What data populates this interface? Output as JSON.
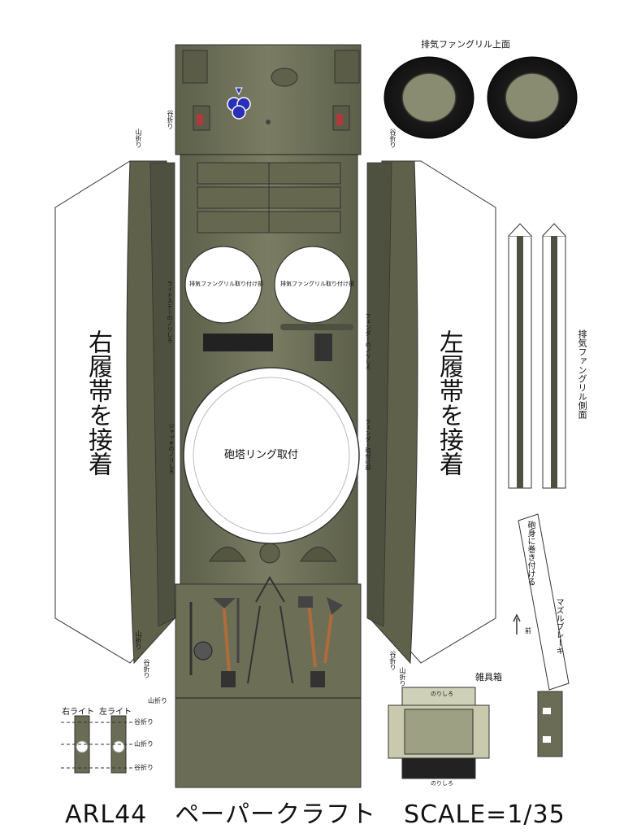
{
  "footer": {
    "model": "ARL44",
    "subtitle": "ペーパークラフト",
    "scale": "SCALE=1/35"
  },
  "hull": {
    "right_track_note": "右履帯を接着",
    "left_track_note": "左履帯を接着",
    "turret_ring": "砲塔リング取付",
    "grille_mount_left": "排気ファングリル取り付け部",
    "grille_mount_right": "排気ファングリル取り付け部",
    "side_note_right_1": "ライトステーのノリしろ",
    "side_note_right_2": "ジャッキのノリしろ",
    "side_note_left_1": "フェンダーのノリしろ",
    "side_note_left_2": "フェンダー取付け部"
  },
  "fold_marks": {
    "mountain": "山折り",
    "valley": "谷折り"
  },
  "parts": {
    "grille_top": "排気ファングリル上面",
    "grille_side": "排気ファングリル側面",
    "lights_right": "右ライト",
    "lights_left": "左ライト",
    "tool_box": "雑具箱",
    "glue_margin": "のりしろ",
    "muzzle_brake": "マズルブレーキ",
    "barrel_wrap": "砲身に巻き付ける",
    "front": "前"
  },
  "colors": {
    "olive": "#6f7158",
    "olive_dark": "#4f5140",
    "olive_light": "#8a8c72",
    "insignia": "#2a2fb8"
  }
}
